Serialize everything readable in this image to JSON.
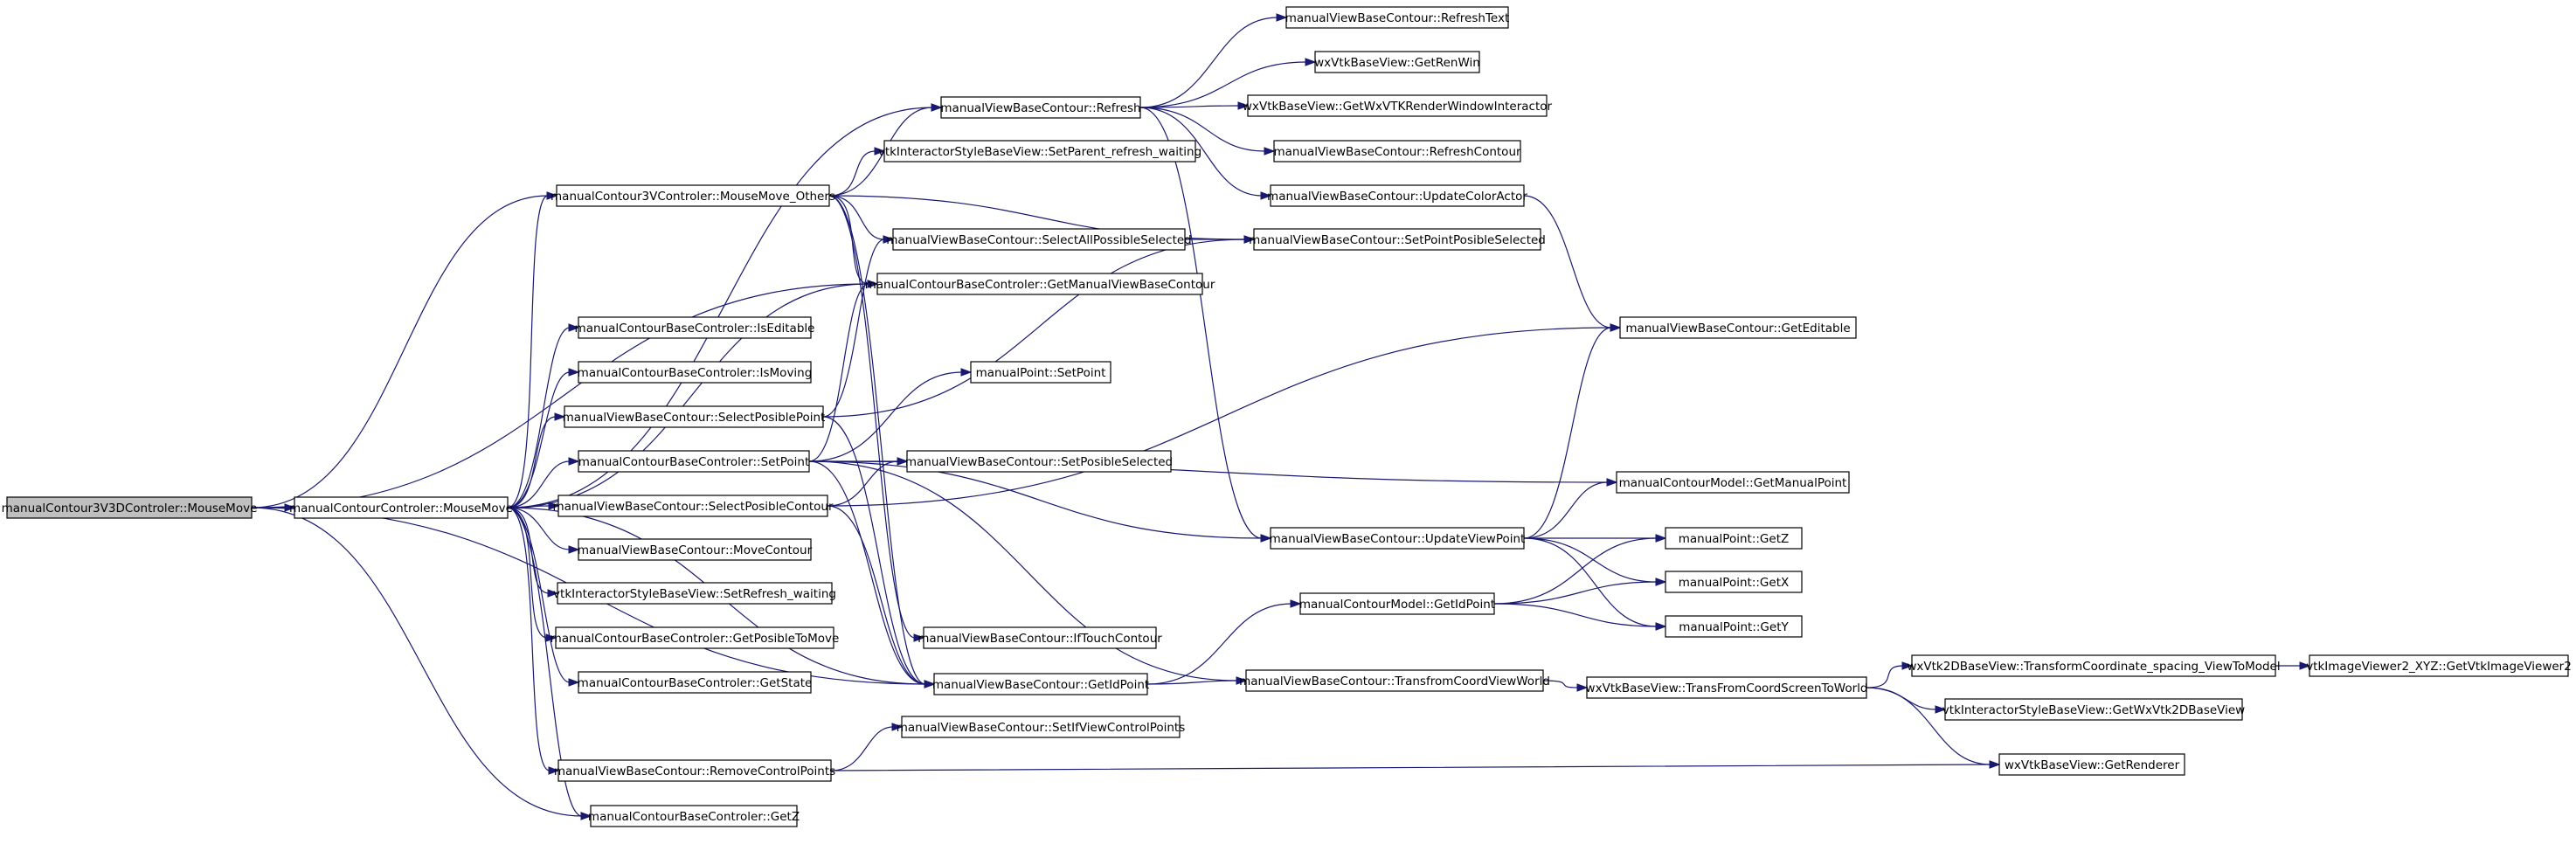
{
  "colors": {
    "edge": "#191970",
    "node_border": "#000000",
    "node_fill": "#ffffff",
    "root_fill": "#bfbfbf",
    "background": "#ffffff"
  },
  "nodes": [
    {
      "id": "n0",
      "label": "manualContour3V3DControler::MouseMove"
    },
    {
      "id": "n1",
      "label": "manualContourControler::MouseMove"
    },
    {
      "id": "n2",
      "label": "manualContour3VControler::MouseMove_Others"
    },
    {
      "id": "n3",
      "label": "manualContourBaseControler::GetManualViewBaseContour"
    },
    {
      "id": "n4",
      "label": "manualViewBaseContour::GetIdPoint"
    },
    {
      "id": "n5",
      "label": "manualContourBaseControler::GetZ"
    },
    {
      "id": "n6",
      "label": "manualContourBaseControler::IsEditable"
    },
    {
      "id": "n7",
      "label": "manualContourBaseControler::IsMoving"
    },
    {
      "id": "n8",
      "label": "manualViewBaseContour::SelectPosiblePoint"
    },
    {
      "id": "n9",
      "label": "manualContourBaseControler::SetPoint"
    },
    {
      "id": "n10",
      "label": "manualViewBaseContour::SelectPosibleContour"
    },
    {
      "id": "n11",
      "label": "manualViewBaseContour::MoveContour"
    },
    {
      "id": "n12",
      "label": "vtkInteractorStyleBaseView::SetRefresh_waiting"
    },
    {
      "id": "n13",
      "label": "manualContourBaseControler::GetPosibleToMove"
    },
    {
      "id": "n14",
      "label": "manualContourBaseControler::GetState"
    },
    {
      "id": "n15",
      "label": "manualViewBaseContour::RemoveControlPoints"
    },
    {
      "id": "n16",
      "label": "manualViewBaseContour::Refresh"
    },
    {
      "id": "n17",
      "label": "vtkInteractorStyleBaseView::SetParent_refresh_waiting"
    },
    {
      "id": "n18",
      "label": "manualViewBaseContour::SelectAllPossibleSelected"
    },
    {
      "id": "n19",
      "label": "manualViewBaseContour::SetPointPosibleSelected"
    },
    {
      "id": "n20",
      "label": "manualPoint::SetPoint"
    },
    {
      "id": "n21",
      "label": "manualViewBaseContour::SetPosibleSelected"
    },
    {
      "id": "n22",
      "label": "manualViewBaseContour::IfTouchContour"
    },
    {
      "id": "n23",
      "label": "manualViewBaseContour::SetIfViewControlPoints"
    },
    {
      "id": "n24",
      "label": "manualViewBaseContour::RefreshText"
    },
    {
      "id": "n25",
      "label": "wxVtkBaseView::GetRenWin"
    },
    {
      "id": "n26",
      "label": "wxVtkBaseView::GetWxVTKRenderWindowInteractor"
    },
    {
      "id": "n27",
      "label": "manualViewBaseContour::RefreshContour"
    },
    {
      "id": "n28",
      "label": "manualViewBaseContour::UpdateColorActor"
    },
    {
      "id": "n29",
      "label": "manualViewBaseContour::UpdateViewPoint"
    },
    {
      "id": "n30",
      "label": "manualViewBaseContour::GetEditable"
    },
    {
      "id": "n31",
      "label": "manualContourModel::GetManualPoint"
    },
    {
      "id": "n32",
      "label": "manualPoint::GetZ"
    },
    {
      "id": "n33",
      "label": "manualPoint::GetX"
    },
    {
      "id": "n34",
      "label": "manualPoint::GetY"
    },
    {
      "id": "n35",
      "label": "manualContourModel::GetIdPoint"
    },
    {
      "id": "n36",
      "label": "manualViewBaseContour::TransfromCoordViewWorld"
    },
    {
      "id": "n37",
      "label": "wxVtkBaseView::TransFromCoordScreenToWorld"
    },
    {
      "id": "n38",
      "label": "wxVtk2DBaseView::TransformCoordinate_spacing_ViewToModel"
    },
    {
      "id": "n39",
      "label": "vtkInteractorStyleBaseView::GetWxVtk2DBaseView"
    },
    {
      "id": "n40",
      "label": "wxVtkBaseView::GetRenderer"
    },
    {
      "id": "n41",
      "label": "vtkImageViewer2_XYZ::GetVtkImageViewer2"
    }
  ],
  "edges": [
    [
      "n0",
      "n1"
    ],
    [
      "n0",
      "n2"
    ],
    [
      "n0",
      "n3"
    ],
    [
      "n0",
      "n4"
    ],
    [
      "n0",
      "n5"
    ],
    [
      "n1",
      "n2"
    ],
    [
      "n1",
      "n3"
    ],
    [
      "n1",
      "n6"
    ],
    [
      "n1",
      "n7"
    ],
    [
      "n1",
      "n8"
    ],
    [
      "n1",
      "n9"
    ],
    [
      "n1",
      "n10"
    ],
    [
      "n1",
      "n11"
    ],
    [
      "n1",
      "n12"
    ],
    [
      "n1",
      "n13"
    ],
    [
      "n1",
      "n14"
    ],
    [
      "n1",
      "n15"
    ],
    [
      "n1",
      "n4"
    ],
    [
      "n1",
      "n5"
    ],
    [
      "n1",
      "n16"
    ],
    [
      "n2",
      "n16"
    ],
    [
      "n2",
      "n17"
    ],
    [
      "n2",
      "n18"
    ],
    [
      "n2",
      "n3"
    ],
    [
      "n2",
      "n19"
    ],
    [
      "n2",
      "n4"
    ],
    [
      "n2",
      "n22"
    ],
    [
      "n8",
      "n18"
    ],
    [
      "n8",
      "n19"
    ],
    [
      "n8",
      "n4"
    ],
    [
      "n9",
      "n20"
    ],
    [
      "n9",
      "n21"
    ],
    [
      "n9",
      "n31"
    ],
    [
      "n9",
      "n29"
    ],
    [
      "n9",
      "n36"
    ],
    [
      "n9",
      "n3"
    ],
    [
      "n9",
      "n4"
    ],
    [
      "n10",
      "n21"
    ],
    [
      "n10",
      "n30"
    ],
    [
      "n10",
      "n4"
    ],
    [
      "n15",
      "n23"
    ],
    [
      "n15",
      "n40"
    ],
    [
      "n16",
      "n24"
    ],
    [
      "n16",
      "n25"
    ],
    [
      "n16",
      "n26"
    ],
    [
      "n16",
      "n27"
    ],
    [
      "n16",
      "n28"
    ],
    [
      "n16",
      "n29"
    ],
    [
      "n18",
      "n19"
    ],
    [
      "n28",
      "n30"
    ],
    [
      "n29",
      "n30"
    ],
    [
      "n29",
      "n31"
    ],
    [
      "n29",
      "n32"
    ],
    [
      "n29",
      "n33"
    ],
    [
      "n29",
      "n34"
    ],
    [
      "n4",
      "n35"
    ],
    [
      "n4",
      "n36"
    ],
    [
      "n35",
      "n32"
    ],
    [
      "n35",
      "n33"
    ],
    [
      "n35",
      "n34"
    ],
    [
      "n36",
      "n37"
    ],
    [
      "n37",
      "n38"
    ],
    [
      "n37",
      "n39"
    ],
    [
      "n37",
      "n40"
    ],
    [
      "n38",
      "n41"
    ]
  ]
}
